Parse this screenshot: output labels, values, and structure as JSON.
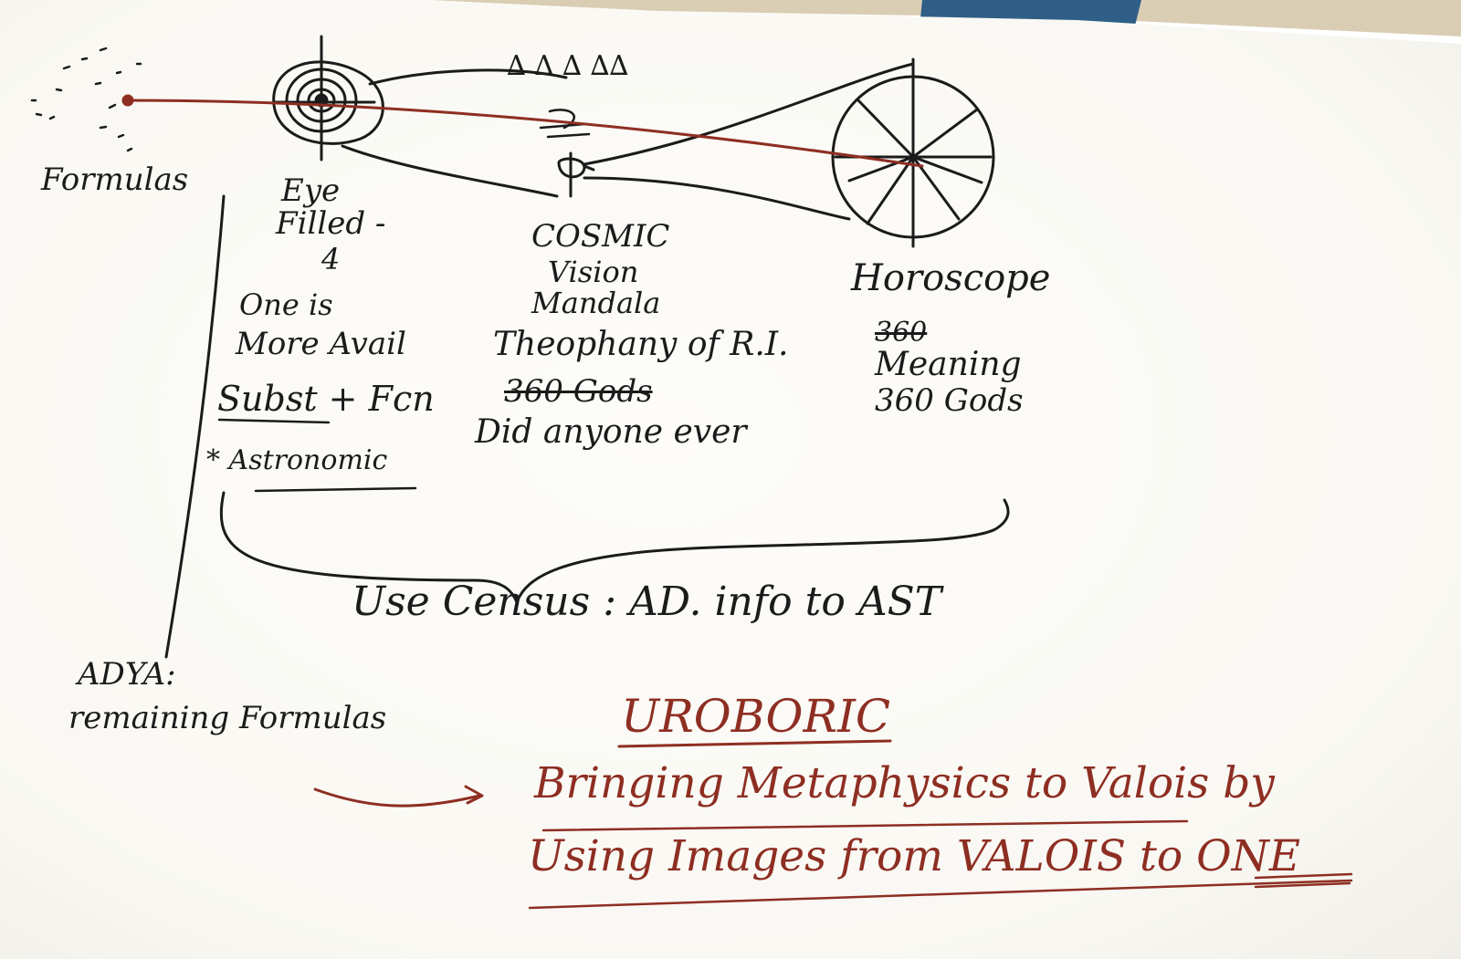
{
  "sketch": {
    "ink_color": "#1b1b1b",
    "red_ink_color": "#8e2e22",
    "paper_color": "#fbfaf6",
    "labels": {
      "formulas": "Formulas",
      "eye_filled": "Eye",
      "eye_filled_2": "Filled -",
      "eye_number": "4",
      "one_is": "One is",
      "more_avail": "More Avail",
      "subst_fcn": "Subst + Fcn",
      "astronomic": "* Astronomic",
      "triangles": "∆ ∆ ∆ ∆∆",
      "cosmic": "COSMIC",
      "vision": "Vision",
      "mandala": "Mandala",
      "theophany": "Theophany of R.I.",
      "gods_360_struck": "360 Gods",
      "did_anyone": "Did anyone ever",
      "horoscope": "Horoscope",
      "h_360_struck": "360",
      "meaning": "Meaning",
      "h_360_gods": "360 Gods",
      "use_census": "Use Census : AD. info to AST",
      "adya": "ADYA:",
      "remaining_formulas": "remaining Formulas",
      "uroboric": "UROBORIC",
      "bringing": "Bringing Metaphysics to Valois by",
      "using_images": "Using Images from VALOIS to ONE"
    }
  }
}
